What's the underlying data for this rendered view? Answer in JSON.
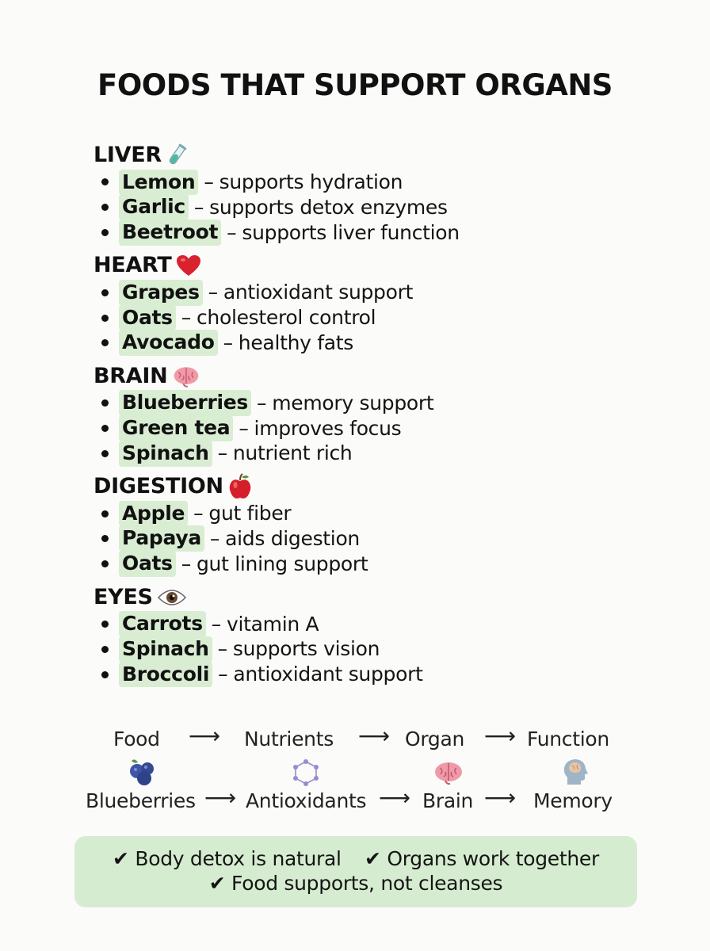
{
  "title": "FOODS THAT SUPPORT ORGANS",
  "separator": "–",
  "sections": [
    {
      "name": "LIVER",
      "icon": "test-tube-icon",
      "items": [
        {
          "food": "Lemon",
          "benefit": "supports hydration"
        },
        {
          "food": "Garlic",
          "benefit": "supports detox enzymes"
        },
        {
          "food": "Beetroot",
          "benefit": "supports liver function"
        }
      ]
    },
    {
      "name": "HEART",
      "icon": "heart-icon",
      "items": [
        {
          "food": "Grapes",
          "benefit": "antioxidant support"
        },
        {
          "food": "Oats",
          "benefit": "cholesterol control"
        },
        {
          "food": "Avocado",
          "benefit": "healthy fats"
        }
      ]
    },
    {
      "name": "BRAIN",
      "icon": "brain-icon",
      "items": [
        {
          "food": "Blueberries",
          "benefit": "memory support"
        },
        {
          "food": "Green tea",
          "benefit": "improves focus"
        },
        {
          "food": "Spinach",
          "benefit": "nutrient rich"
        }
      ]
    },
    {
      "name": "DIGESTION",
      "icon": "apple-icon",
      "items": [
        {
          "food": "Apple",
          "benefit": "gut fiber"
        },
        {
          "food": "Papaya",
          "benefit": "aids digestion"
        },
        {
          "food": "Oats",
          "benefit": "gut lining support"
        }
      ]
    },
    {
      "name": "EYES",
      "icon": "eye-icon",
      "items": [
        {
          "food": "Carrots",
          "benefit": "vitamin A"
        },
        {
          "food": "Spinach",
          "benefit": "supports vision"
        },
        {
          "food": "Broccoli",
          "benefit": "antioxidant support"
        }
      ]
    }
  ],
  "flow": {
    "labels": [
      "Food",
      "Nutrients",
      "Organ",
      "Function"
    ],
    "example": [
      "Blueberries",
      "Antioxidants",
      "Brain",
      "Memory"
    ],
    "icons": [
      "blueberry-icon",
      "molecule-icon",
      "brain-icon",
      "head-brain-icon"
    ],
    "arrow": "⟶"
  },
  "summary": {
    "check": "✔",
    "line1": [
      "Body detox is natural",
      "Organs work together"
    ],
    "line2": [
      "Food supports, not cleanses"
    ]
  }
}
